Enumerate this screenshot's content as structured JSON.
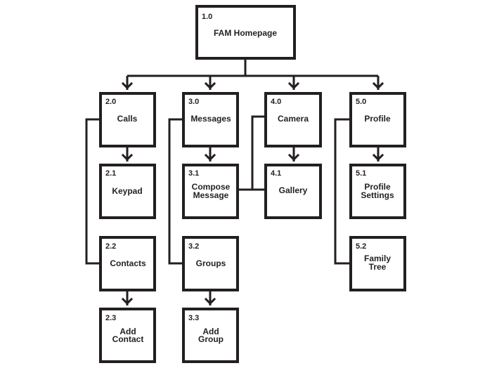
{
  "root": {
    "num": "1.0",
    "title": "FAM Homepage"
  },
  "calls": {
    "num": "2.0",
    "title": "Calls"
  },
  "keypad": {
    "num": "2.1",
    "title": "Keypad"
  },
  "contacts": {
    "num": "2.2",
    "title": "Contacts"
  },
  "add_contact": {
    "num": "2.3",
    "line1": "Add",
    "line2": "Contact"
  },
  "messages": {
    "num": "3.0",
    "title": "Messages"
  },
  "compose_message": {
    "num": "3.1",
    "line1": "Compose",
    "line2": "Message"
  },
  "groups": {
    "num": "3.2",
    "title": "Groups"
  },
  "add_group": {
    "num": "3.3",
    "line1": "Add",
    "line2": "Group"
  },
  "camera": {
    "num": "4.0",
    "title": "Camera"
  },
  "gallery": {
    "num": "4.1",
    "title": "Gallery"
  },
  "profile": {
    "num": "5.0",
    "title": "Profile"
  },
  "profile_settings": {
    "num": "5.1",
    "line1": "Profile",
    "line2": "Settings"
  },
  "family_tree": {
    "num": "5.2",
    "line1": "Family",
    "line2": "Tree"
  }
}
